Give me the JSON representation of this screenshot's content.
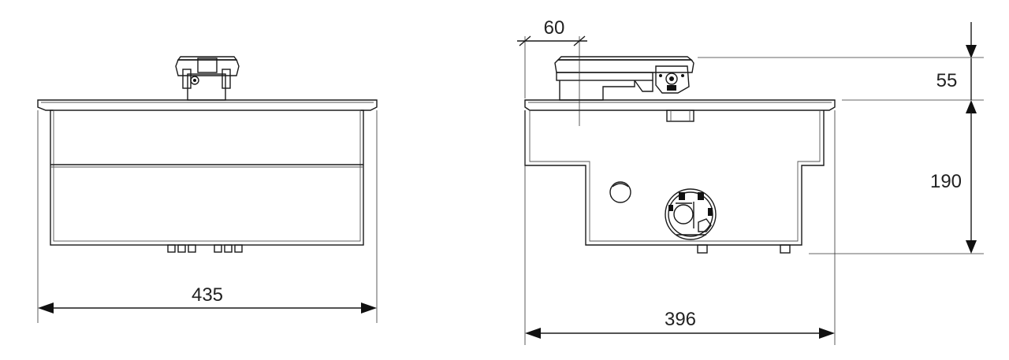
{
  "drawing": {
    "line_color": "#1a1a1a",
    "front_view": {
      "width_dimension": "435"
    },
    "side_view": {
      "offset_dimension": "60",
      "top_height_dimension": "55",
      "body_height_dimension": "190",
      "width_dimension": "396"
    }
  }
}
